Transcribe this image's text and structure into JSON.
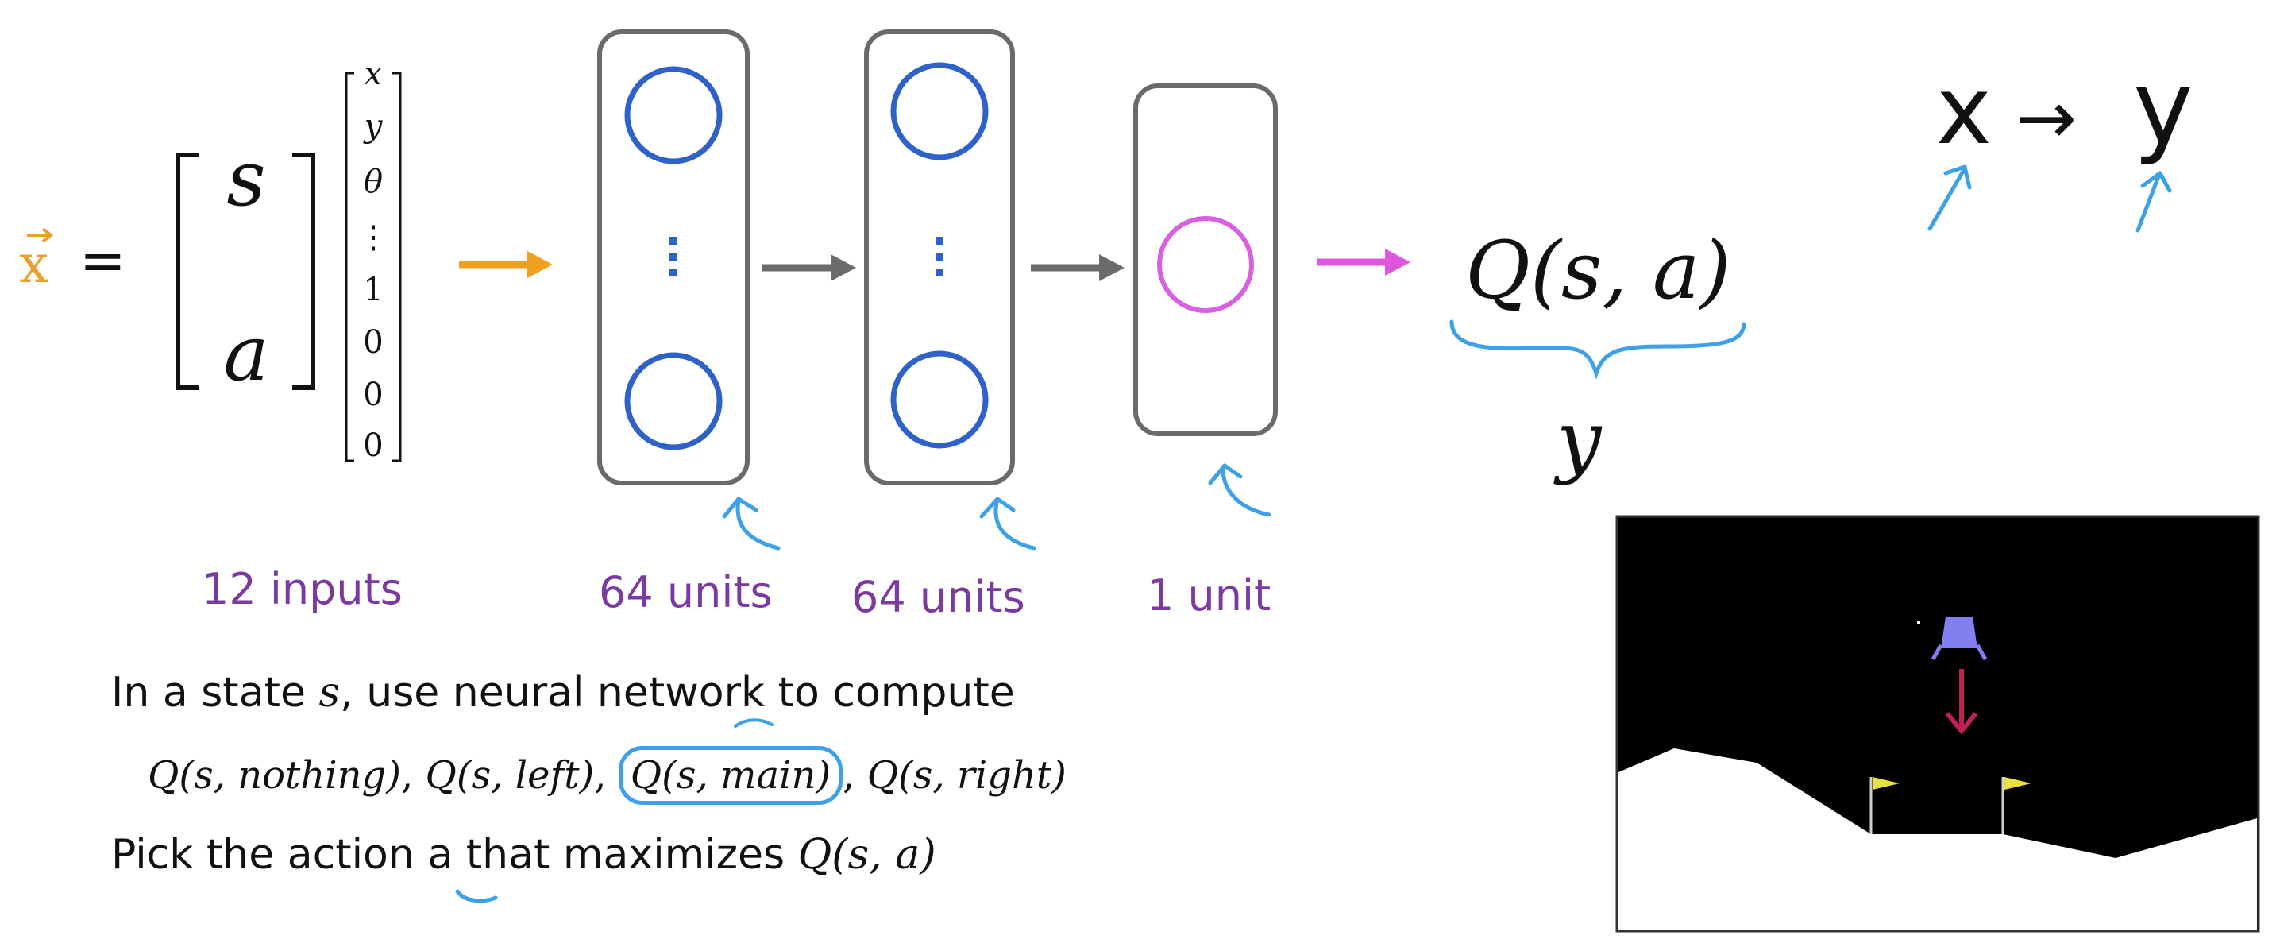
{
  "input_vector": {
    "lhs": "x",
    "equals": "=",
    "entries": [
      "s",
      "a"
    ],
    "components": [
      "x",
      "y",
      "θ",
      "⋮",
      "1",
      "0",
      "0",
      "0"
    ]
  },
  "layers": [
    {
      "units_label": "12 inputs"
    },
    {
      "units_label": "64 units"
    },
    {
      "units_label": "64 units"
    },
    {
      "units_label": "1 unit"
    }
  ],
  "output": {
    "label": "Q(s, a)",
    "brace_label": "y"
  },
  "mapping": {
    "x": "x",
    "arrow": "→",
    "y": "y"
  },
  "notes": {
    "line1_prefix": "In a state",
    "line1_var": "s",
    "line1_suffix": ", use neural network to compute",
    "q_nothing": "Q(s, nothing)",
    "q_left": "Q(s, left)",
    "q_main": "Q(s, main)",
    "q_right": "Q(s, right)",
    "sep": ",",
    "line3_prefix": "Pick the action",
    "line3_action": "a",
    "line3_middle": "that maximizes",
    "line3_q": "Q(s, a)"
  },
  "colors": {
    "input_arrow": "#f0a020",
    "hidden_arrow": "#6b6b6b",
    "output_arrow": "#e055e0",
    "hidden_unit": "#2e62c8",
    "output_unit": "#d860e0",
    "layer_box": "#6a6a6a",
    "annotation": "#3ea0e6",
    "units_text": "#7a3aa0",
    "lander_body": "#8080f0",
    "thrust_arrow": "#c0205a",
    "flag": "#e8e040"
  }
}
